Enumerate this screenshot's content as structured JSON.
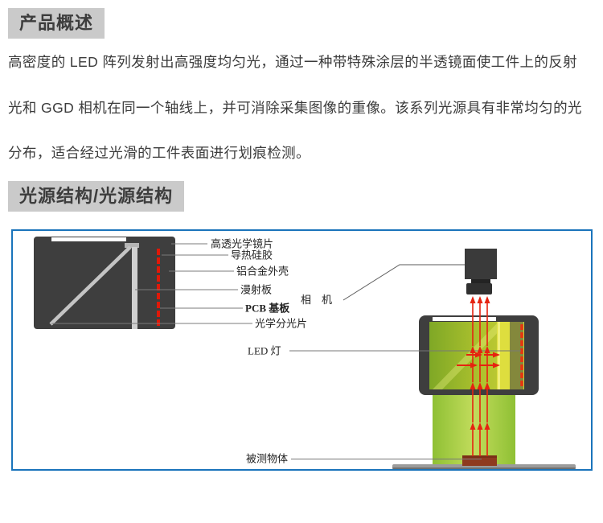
{
  "headers": {
    "product_overview": "产品概述",
    "light_structure": "光源结构/光源结构"
  },
  "paragraph": {
    "line1": "高密度的 LED 阵列发射出高强度均匀光，通过一种带特殊涂层的半透镜面使工件上的反射",
    "line2": "光和 GGD 相机在同一个轴线上，并可消除采集图像的重像。该系列光源具有非常均匀的光",
    "line3": "分布，适合经过光滑的工件表面进行划痕检测。"
  },
  "diagram": {
    "labels": {
      "high_trans_lens": "高透光学镜片",
      "thermal_silicone": "导热硅胶",
      "aluminum_housing": "铝合金外壳",
      "diffuser_plate": "漫射板",
      "pcb_substrate": "PCB 基板",
      "beam_splitter": "光学分光片",
      "camera": "相　机",
      "led_lamp": "LED 灯",
      "test_object": "被测物体"
    },
    "colors": {
      "border_blue": "#1a74bb",
      "housing_gray": "#3e3e3e",
      "ray_red": "#e62310",
      "beam_green": "#9cc531",
      "diffuser_yellow": "#dede3e",
      "object_brown": "#8e3a1f",
      "stage_gray": "#9b9b9b",
      "header_bg": "#cacaca"
    }
  }
}
